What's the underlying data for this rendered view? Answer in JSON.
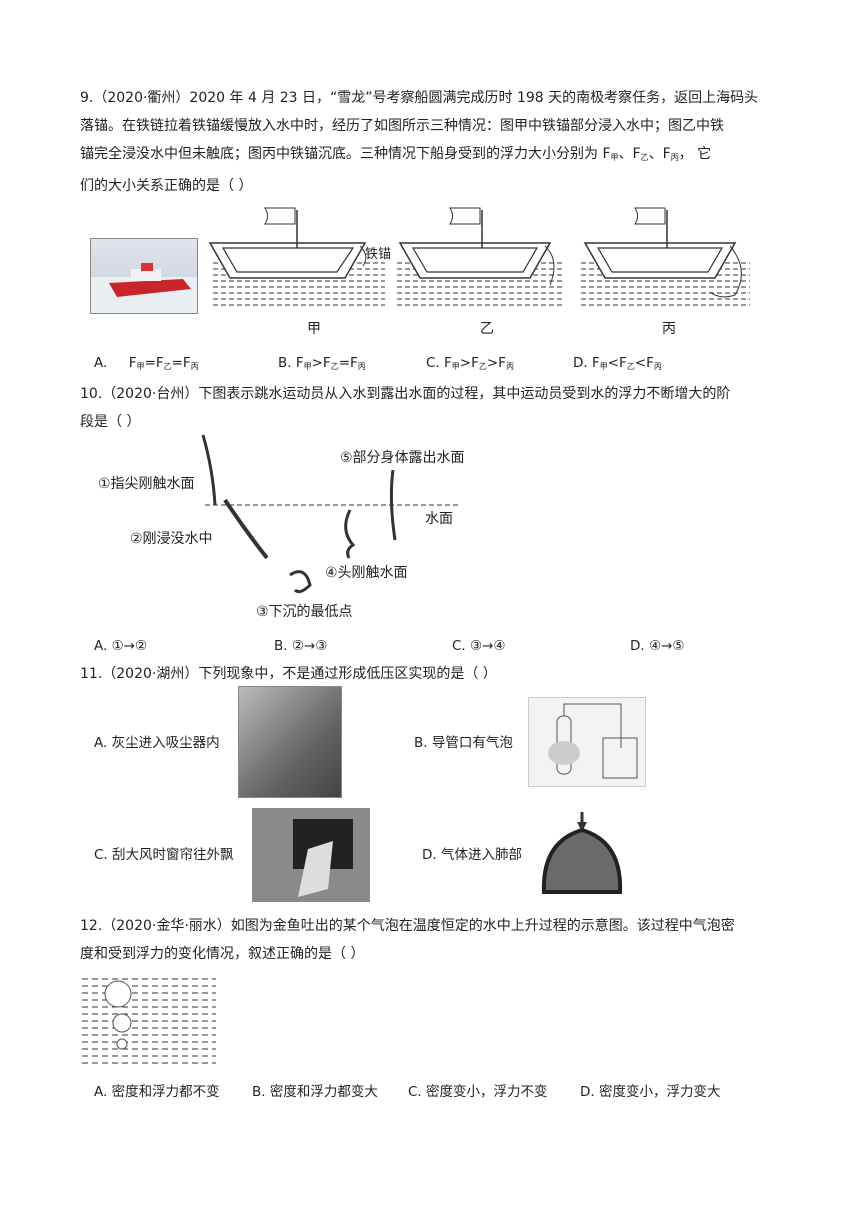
{
  "q9": {
    "line1": "9.（2020·衢州）2020 年 4 月 23 日，“雪龙”号考察船圆满完成历时 198 天的南极考察任务，返回上海码头",
    "line2": "落锚。在铁链拉着铁锚缓慢放入水中时，经历了如图所示三种情况：图甲中铁锚部分浸入水中；图乙中铁",
    "line3_pre": "锚完全浸没水中但未触底；图丙中铁锚沉底。三种情况下船身受到的浮力大小分别为 F",
    "line3_sep1": "、F",
    "line3_sep2": "、F",
    "line3_post": "，  它",
    "line4": "们的大小关系正确的是（    ）",
    "sub_jia": "甲",
    "sub_yi": "乙",
    "sub_bing": "丙",
    "anchor_label": "铁锚",
    "fig_labels": [
      "甲",
      "乙",
      "丙"
    ],
    "options": [
      {
        "letter": "A.",
        "parts": [
          "F",
          "甲",
          "=F",
          "乙",
          "=F",
          "丙"
        ]
      },
      {
        "letter": "B.",
        "parts": [
          "F",
          "甲",
          ">F",
          "乙",
          "=F",
          "丙"
        ]
      },
      {
        "letter": "C.",
        "parts": [
          "F",
          "甲",
          ">F",
          "乙",
          ">F",
          "丙"
        ]
      },
      {
        "letter": "D.",
        "parts": [
          "F",
          "甲",
          "<F",
          "乙",
          "<F",
          "丙"
        ]
      }
    ]
  },
  "q10": {
    "line1": "10.（2020·台州）下图表示跳水运动员从入水到露出水面的过程，其中运动员受到水的浮力不断增大的阶",
    "line2": "段是（    ）",
    "labels": {
      "l1": "①指尖刚触水面",
      "l2": "②刚浸没水中",
      "l3": "③下沉的最低点",
      "l4": "④头刚触水面",
      "l5": "⑤部分身体露出水面",
      "water": "水面"
    },
    "options": [
      "A. ①→②",
      "B. ②→③",
      "C. ③→④",
      "D. ④→⑤"
    ]
  },
  "q11": {
    "line1": "11.（2020·湖州）下列现象中，不是通过形成低压区实现的是（    ）",
    "options": [
      "A. 灰尘进入吸尘器内",
      "B. 导管口有气泡",
      "C. 刮大风时窗帘往外飘",
      "D. 气体进入肺部"
    ]
  },
  "q12": {
    "line1": "12.（2020·金华·丽水）如图为金鱼吐出的某个气泡在温度恒定的水中上升过程的示意图。该过程中气泡密",
    "line2": "度和受到浮力的变化情况，叙述正确的是（    ）",
    "options": [
      "A. 密度和浮力都不变",
      "B. 密度和浮力都变大",
      "C. 密度变小，浮力不变",
      "D. 密度变小，浮力变大"
    ]
  }
}
